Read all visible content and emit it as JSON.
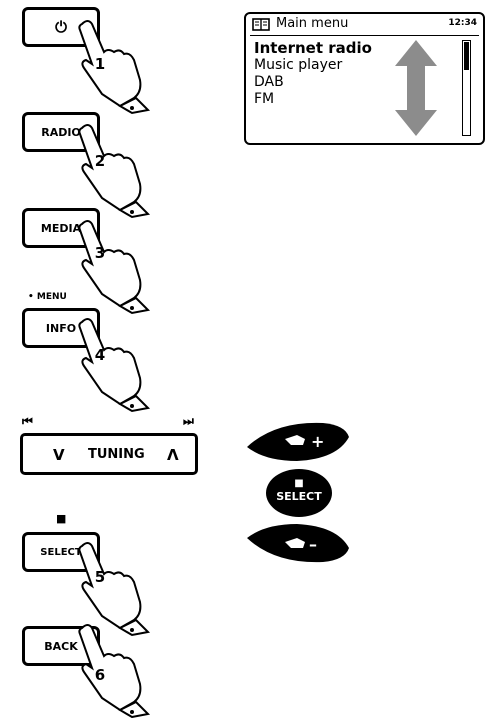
{
  "buttons": {
    "power": {
      "label": "⏻",
      "step": "1"
    },
    "radio": {
      "label": "RADIO",
      "step": "2"
    },
    "media": {
      "label": "MEDIA",
      "step": "3"
    },
    "info": {
      "label": "INFO",
      "step": "4",
      "above_label": "• MENU"
    },
    "select": {
      "label": "SELECT",
      "step": "5",
      "above_label": "■"
    },
    "back": {
      "label": "BACK",
      "step": "6"
    }
  },
  "tuning": {
    "label": "TUNING",
    "down_symbol": "V",
    "up_symbol": "Λ",
    "prev_symbol": "⏮",
    "next_symbol": "⏭"
  },
  "screen": {
    "title": "Main menu",
    "time": "12:34",
    "items": [
      "Internet radio",
      "Music player",
      "DAB",
      "FM"
    ],
    "selected_index": 0
  },
  "remote": {
    "plus_label": "+",
    "select_label": "SELECT",
    "select_symbol": "■",
    "minus_label": "–"
  }
}
